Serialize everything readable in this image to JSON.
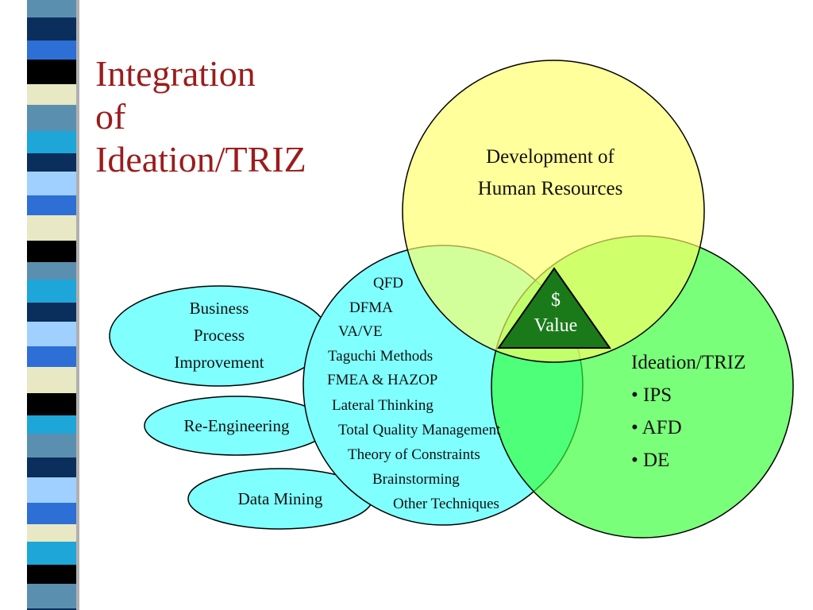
{
  "title_lines": [
    "Integration",
    "of",
    "Ideation/TRIZ"
  ],
  "circles": {
    "top": {
      "lines": [
        "Development of",
        "Human Resources"
      ],
      "color": "#ffff80"
    },
    "left": {
      "color": "#80ffff"
    },
    "right": {
      "color": "#66ff66"
    }
  },
  "center": {
    "line1": "$",
    "line2": "Value",
    "color": "#1a7a1a"
  },
  "triz_block": {
    "heading": "Ideation/TRIZ",
    "items": [
      "• IPS",
      "• AFD",
      "• DE"
    ]
  },
  "techniques": [
    "QFD",
    "DFMA",
    "VA/VE",
    "Taguchi Methods",
    "FMEA & HAZOP",
    "Lateral Thinking",
    "Total Quality Management",
    "Theory of Constraints",
    "Brainstorming",
    "Other Techniques"
  ],
  "ovals": [
    {
      "lines": [
        "Business",
        "Process",
        "Improvement"
      ]
    },
    {
      "lines": [
        "Re-Engineering"
      ]
    },
    {
      "lines": [
        "Data Mining"
      ]
    }
  ],
  "colors": {
    "title": "#9b1c1c",
    "oval_fill": "#80ffff",
    "stripe_palette": [
      "#5b8fb0",
      "#0a2f5c",
      "#2e6fd6",
      "#000000",
      "#e8e8c4",
      "#1ea6d8",
      "#9fd0ff"
    ]
  }
}
